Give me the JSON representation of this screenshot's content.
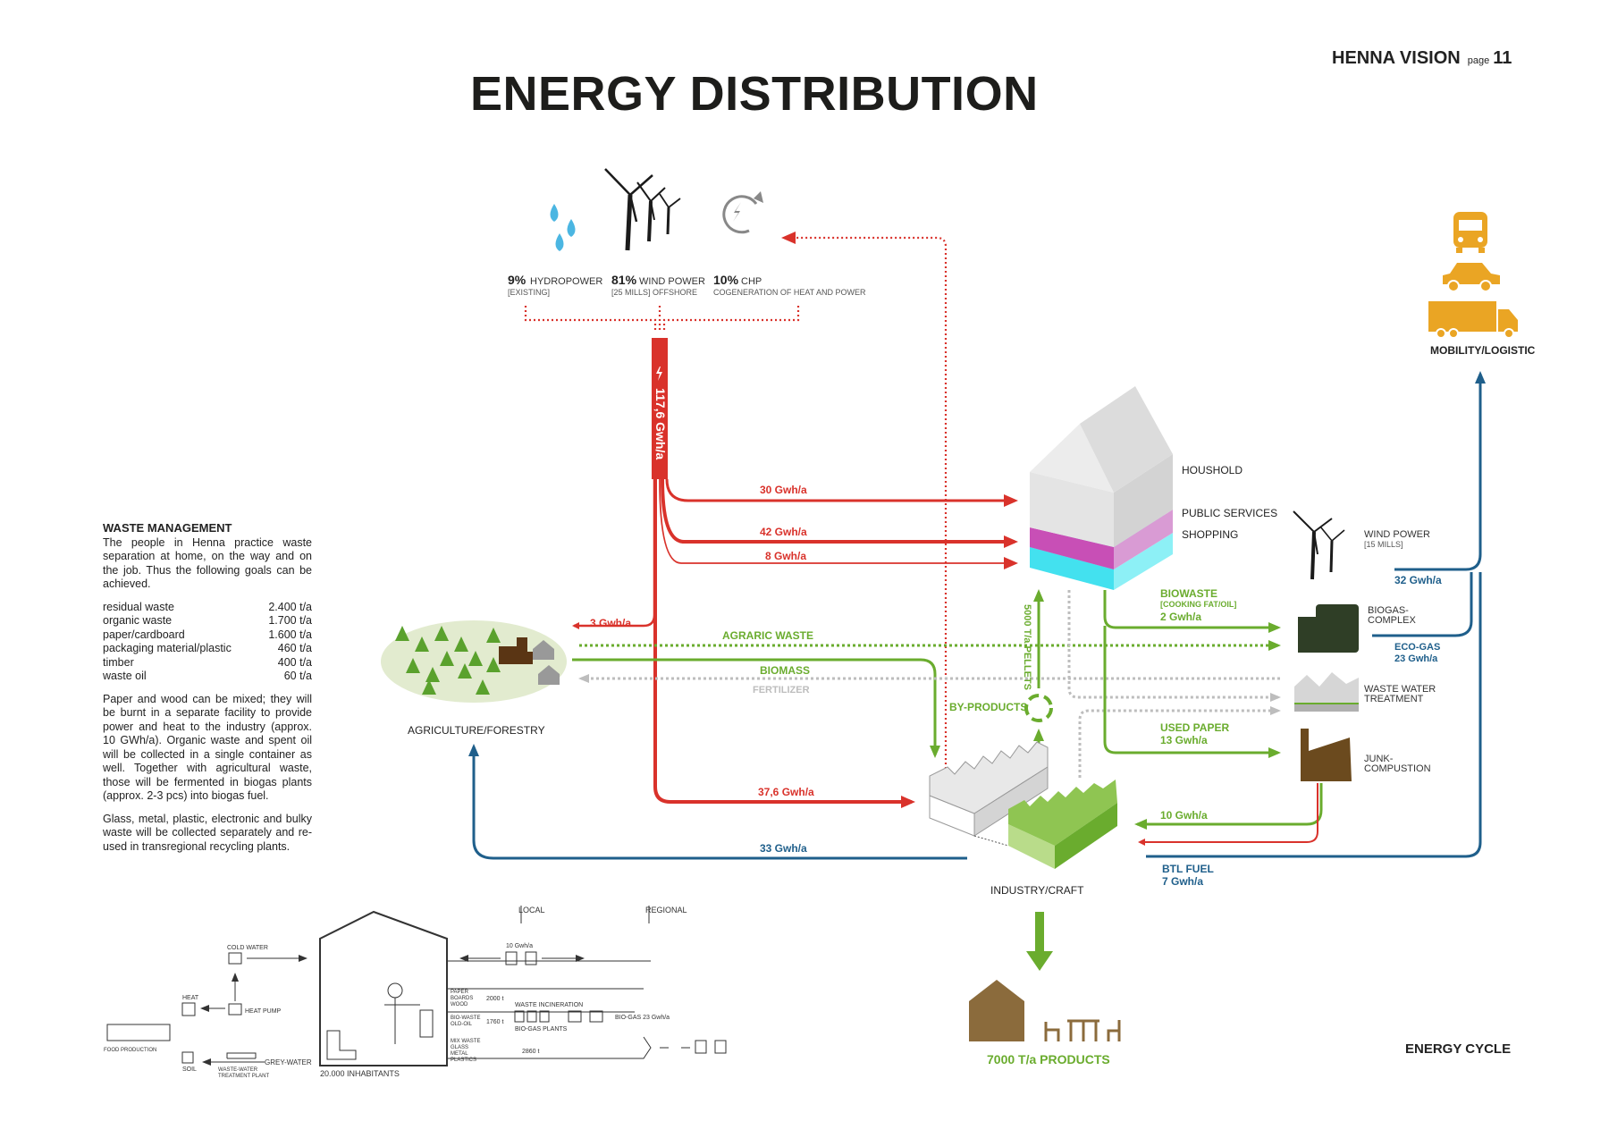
{
  "header": {
    "title": "ENERGY DISTRIBUTION",
    "brand": "HENNA VISION",
    "page_label": "page",
    "page_number": "11"
  },
  "sources": [
    {
      "pct": "9%",
      "name": "HYDROPOWER",
      "sub": "[EXISTING]"
    },
    {
      "pct": "81%",
      "name": "WIND POWER",
      "sub": "[25 MILLS] OFFSHORE"
    },
    {
      "pct": "10%",
      "name": "CHP",
      "sub": "COGENERATION OF HEAT AND POWER"
    }
  ],
  "main_flow": "117,6 Gwh/a",
  "flows": {
    "household_30": "30 Gwh/a",
    "public_42": "42 Gwh/a",
    "shopping_8": "8 Gwh/a",
    "agri_3": "3 Gwh/a",
    "industry_37": "37,6 Gwh/a",
    "agraric_waste": "AGRARIC WASTE",
    "biomass": "BIOMASS",
    "fertilizer": "FERTILIZER",
    "pellets": "5000 T/a PELLETS",
    "by_products": "BY-PRODUCTS",
    "biowaste": "BIOWASTE",
    "biowaste_sub": "[COOKING FAT/OIL]",
    "biowaste_val": "2 Gwh/a",
    "used_paper": "USED PAPER",
    "used_paper_val": "13 Gwh/a",
    "ten_gwh": "10 Gwh/a",
    "btl_fuel": "BTL FUEL",
    "btl_val": "7 Gwh/a",
    "agri_33": "33 Gwh/a",
    "wind_32": "32 Gwh/a",
    "eco_gas": "ECO-GAS",
    "eco_gas_val": "23 Gwh/a"
  },
  "nodes": {
    "household": "HOUSHOLD",
    "public_services": "PUBLIC SERVICES",
    "shopping": "SHOPPING",
    "wind_power": "WIND POWER",
    "wind_power_sub": "[15 MILLS]",
    "biogas": "BIOGAS-",
    "biogas2": "COMPLEX",
    "waste_water": "WASTE WATER",
    "waste_water2": "TREATMENT",
    "junk": "JUNK-",
    "junk2": "COMPUSTION",
    "mobility": "MOBILITY/LOGISTIC",
    "agriculture": "AGRICULTURE/FORESTRY",
    "industry": "INDUSTRY/CRAFT",
    "products": "7000 T/a PRODUCTS",
    "energy_cycle": "ENERGY CYCLE"
  },
  "waste_management": {
    "title": "WASTE MANAGEMENT",
    "intro": "The people in Henna practice waste separation at home, on the way and on the job. Thus the following goals can be achieved.",
    "items": [
      {
        "name": "residual waste",
        "value": "2.400 t/a"
      },
      {
        "name": "organic waste",
        "value": "1.700 t/a"
      },
      {
        "name": "paper/cardboard",
        "value": "1.600 t/a"
      },
      {
        "name": "packaging material/plastic",
        "value": "460 t/a"
      },
      {
        "name": "timber",
        "value": "400 t/a"
      },
      {
        "name": "waste oil",
        "value": "60 t/a"
      }
    ],
    "p2": "Paper and wood can be mixed; they will be burnt in a separate facility to provide power and heat to the industry (approx. 10 GWh/a). Organic waste and spent oil will be collected in a single container as well. Together with agricultural waste, those will be fermented in biogas plants (approx. 2-3 pcs) into biogas fuel.",
    "p3": "Glass, metal, plastic, electronic and bulky waste will be collected separately and re-used in transregional recycling plants."
  },
  "cycle": {
    "local": "LOCAL",
    "regional": "REGIONAL",
    "cold_water": "COLD WATER",
    "heat": "HEAT",
    "heat_pump": "HEAT PUMP",
    "food_production": "FOOD PRODUCTION",
    "soil": "SOIL",
    "wwtp": "WASTE-WATER",
    "wwtp2": "TREATMENT PLANT",
    "grey_water": "GREY-WATER",
    "inhabitants": "20.000 INHABITANTS",
    "ten_gwh": "10 Gwh/a",
    "paper_boards": "PAPER",
    "boards": "BOARDS",
    "wood": "WOOD",
    "t2000": "2000 t",
    "waste_incineration": "WASTE INCINERATION",
    "biowaste": "BIO-WASTE",
    "old_oil": "OLD-OIL",
    "t1760": "1760 t",
    "biogas_plants": "BIO-GAS PLANTS",
    "biogas23": "BIO-GAS 23 Gwh/a",
    "mix_waste": "MIX WASTE",
    "glass": "GLASS",
    "metal": "METAL",
    "plastics": "PLASTICS",
    "t2860": "2860 t"
  },
  "colors": {
    "red": "#d9322b",
    "green": "#6aac2e",
    "blue": "#1f5f8b",
    "magenta": "#c84fb6",
    "cyan": "#43e1ef",
    "gray": "#bdbdbd",
    "yellow": "#eaa524",
    "brown": "#6b4a1e"
  }
}
